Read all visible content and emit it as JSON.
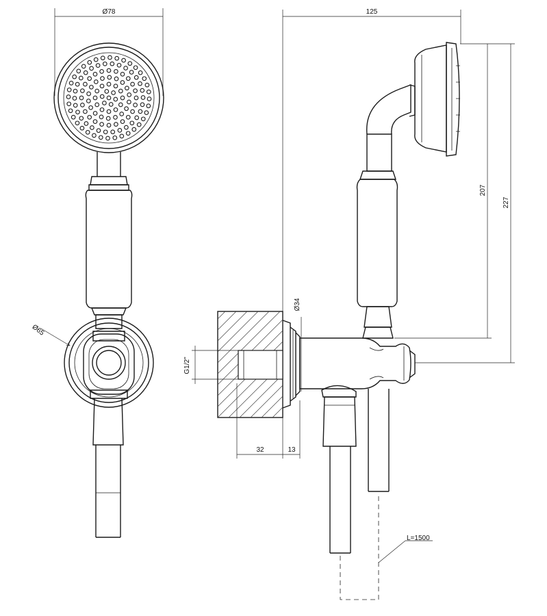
{
  "dimensions": {
    "head_diameter": "Ø78",
    "holder_diameter": "Ø65",
    "total_width": "125",
    "outlet_diameter": "Ø34",
    "height_207": "207",
    "height_227": "227",
    "thread": "G1/2\"",
    "depth_32": "32",
    "depth_13": "13",
    "hose_length": "L=1500"
  }
}
